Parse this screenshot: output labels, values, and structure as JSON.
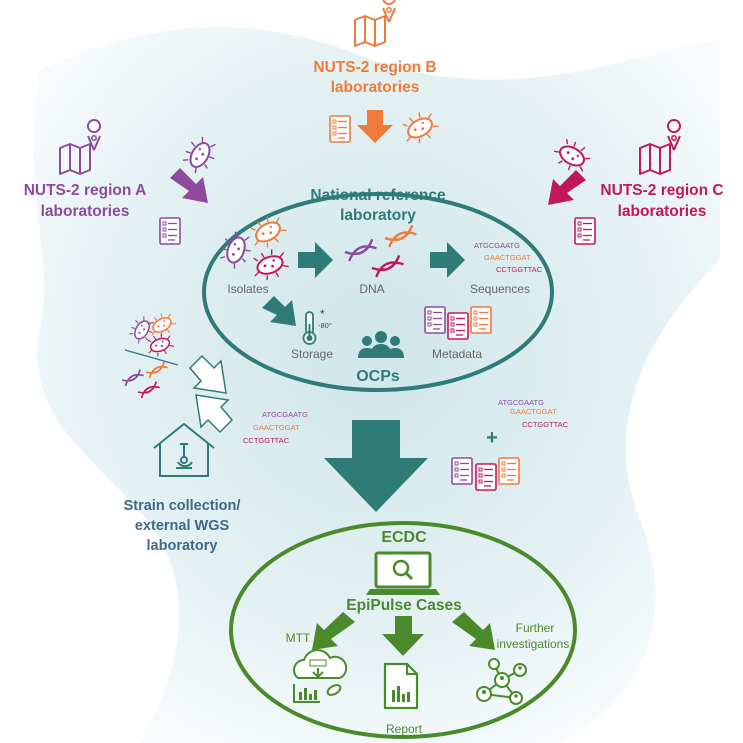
{
  "colors": {
    "region_a": "#8e4a9c",
    "region_b": "#f07a3c",
    "region_c": "#c2185b",
    "nrl": "#2e7b78",
    "ecdc": "#4a8a2a",
    "gray": "#666666"
  },
  "region_b": {
    "line1": "NUTS-2 region B",
    "line2": "laboratories"
  },
  "region_a": {
    "line1": "NUTS-2 region A",
    "line2": "laboratories"
  },
  "region_c": {
    "line1": "NUTS-2 region C",
    "line2": "laboratories"
  },
  "nrl": {
    "title_line1": "National reference",
    "title_line2": "laboratory",
    "isolates": "Isolates",
    "dna": "DNA",
    "sequences": "Sequences",
    "storage": "Storage",
    "storage_temp": "-80°",
    "metadata": "Metadata",
    "ocps": "OCPs",
    "seq_lines": [
      "ATGCGAATG",
      "GAACTGGAT",
      "CCTGGTTAC"
    ]
  },
  "strain": {
    "line1": "Strain collection/",
    "line2": "external WGS",
    "line3": "laboratory",
    "seq_lines": [
      "ATGCGAATG",
      "GAACTGGAT",
      "CCTGGTTAC"
    ]
  },
  "middle_right": {
    "seq_lines": [
      "ATGCGAATG",
      "GAACTGGAT",
      "CCTGGTTAC"
    ],
    "plus": "+"
  },
  "ecdc": {
    "title": "ECDC",
    "epipulse": "EpiPulse Cases",
    "mtt": "MTT",
    "further_line1": "Further",
    "further_line2": "investigations",
    "report": "Report"
  },
  "icons": [
    "map-icon",
    "bacteria-icon",
    "checklist-icon",
    "dna-icon",
    "thermometer-icon",
    "people-icon",
    "lab-house-icon",
    "laptop-search-icon",
    "cloud-icon",
    "report-document-icon",
    "network-icon",
    "arrow-icon"
  ]
}
